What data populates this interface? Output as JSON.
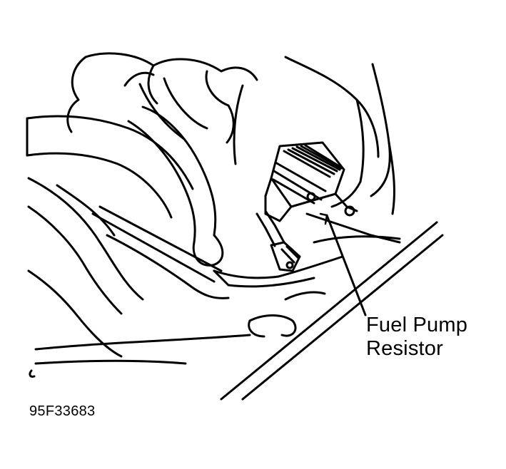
{
  "diagram": {
    "callout": {
      "line1": "Fuel Pump",
      "line2": "Resistor"
    },
    "figure_id": "95F33683"
  }
}
